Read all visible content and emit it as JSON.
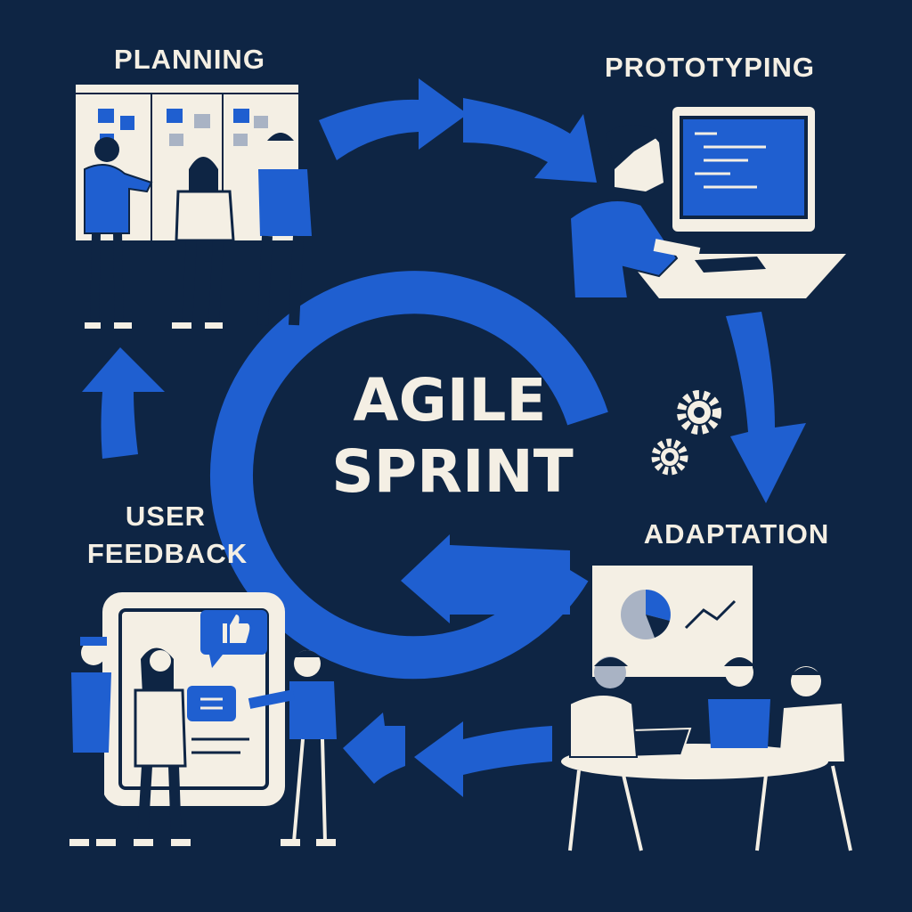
{
  "center": {
    "line1": "AGILE",
    "line2": "SPRINT"
  },
  "stages": {
    "planning": "PLANNING",
    "prototyping": "PROTOTYPING",
    "adaptation": "ADAPTATION",
    "feedback_line1": "USER",
    "feedback_line2": "FEEDBACK"
  },
  "colors": {
    "background": "#0e2544",
    "accent": "#1f5fd0",
    "cream": "#f4efe4",
    "grey": "#a9b3c4"
  }
}
